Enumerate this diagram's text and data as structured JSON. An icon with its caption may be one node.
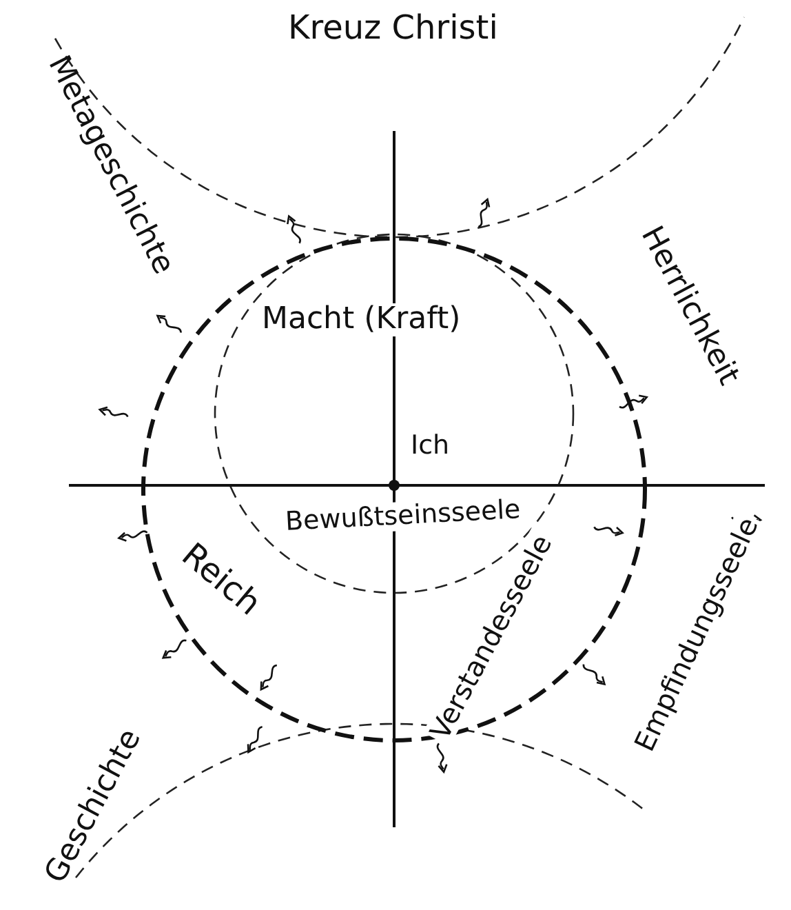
{
  "diagram": {
    "labels": [
      "Kreuz Christi",
      "Metageschichte",
      "Herrlichkeit",
      "Macht (Kraft)",
      "Ich",
      "Bewußtseinsseele",
      "Reich",
      "Verstandesseele",
      "Empfindungsseele",
      "Geschichte"
    ]
  }
}
